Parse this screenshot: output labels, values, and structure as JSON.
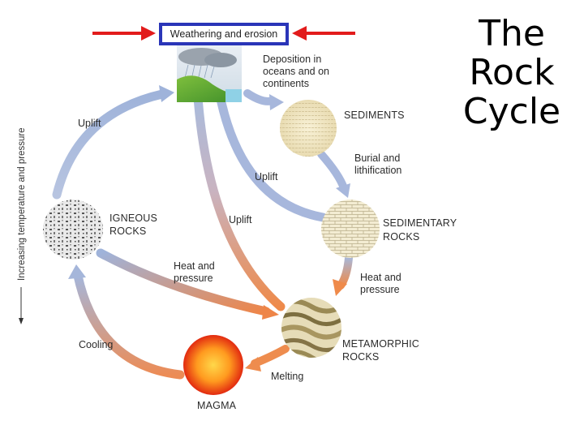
{
  "slide": {
    "title_lines": [
      "The",
      "Rock",
      "Cycle"
    ]
  },
  "diagram": {
    "top_box": "Weathering and erosion",
    "labels": {
      "deposition": [
        "Deposition in",
        "oceans and on",
        "continents"
      ],
      "sediments": "SEDIMENTS",
      "burial": [
        "Burial and",
        "lithification"
      ],
      "uplift_inner_right": "Uplift",
      "sedimentary": [
        "SEDIMENTARY",
        "ROCKS"
      ],
      "uplift_inner_left": "Uplift",
      "uplift_outer": "Uplift",
      "igneous": [
        "IGNEOUS",
        "ROCKS"
      ],
      "heat_pressure_left": [
        "Heat and",
        "pressure"
      ],
      "heat_pressure_right": [
        "Heat and",
        "pressure"
      ],
      "metamorphic": [
        "METAMORPHIC",
        "ROCKS"
      ],
      "melting": "Melting",
      "cooling": "Cooling",
      "magma": "MAGMA"
    },
    "side_axis": "Increasing temperature and pressure",
    "colors": {
      "box_border": "#2a35b8",
      "pointer_arrows": "#e21b1b",
      "cool_arrow": "#9db2d8",
      "hot_arrow": "#ef8c4d"
    }
  }
}
